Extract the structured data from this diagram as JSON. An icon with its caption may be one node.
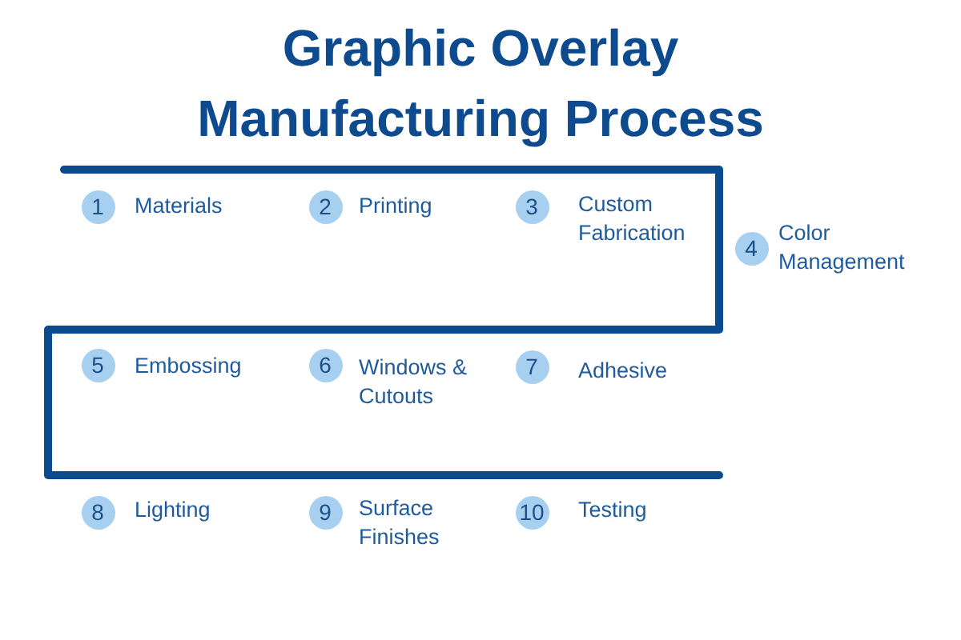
{
  "diagram": {
    "title": "Graphic Overlay Manufacturing Process",
    "nodes": [
      {
        "text": [
          "1"
        ],
        "beside": [
          "Materials"
        ]
      },
      {
        "text": [
          "2"
        ],
        "beside": [
          "Printing"
        ]
      },
      {
        "text": [
          "3"
        ],
        "beside": [
          "Custom Fabrication"
        ]
      },
      {
        "text": [
          "4"
        ],
        "beside": [
          "Color Management"
        ]
      },
      {
        "text": [
          "5"
        ],
        "beside": [
          "Embossing"
        ]
      },
      {
        "text": [
          "6"
        ],
        "beside": [
          "Windows & Cutouts"
        ]
      },
      {
        "text": [
          "7"
        ],
        "beside": [
          "Adhesive"
        ]
      },
      {
        "text": [
          "8"
        ],
        "beside": [
          "Lighting"
        ]
      },
      {
        "text": [
          "9"
        ],
        "beside": [
          "Surface Finishes"
        ]
      },
      {
        "text": [
          "10"
        ],
        "beside": [
          "Testing"
        ]
      }
    ]
  }
}
